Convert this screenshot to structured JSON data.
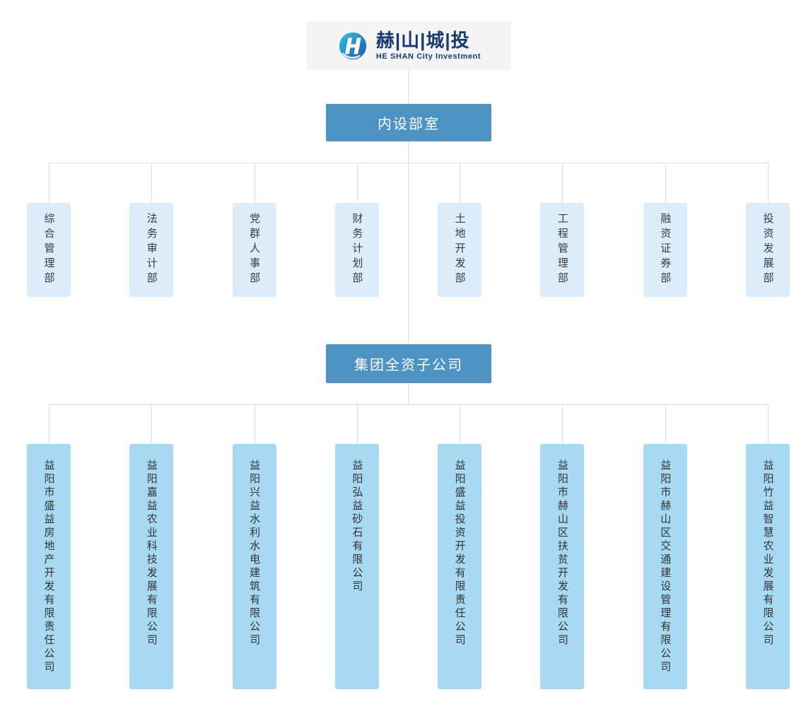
{
  "logo": {
    "title": "赫|山|城|投",
    "subtitle": "HE SHAN City Investment"
  },
  "headers": {
    "departments": "内设部室",
    "subsidiaries": "集团全资子公司"
  },
  "departments": [
    "综合管理部",
    "法务审计部",
    "党群人事部",
    "财务计划部",
    "土地开发部",
    "工程管理部",
    "融资证券部",
    "投资发展部"
  ],
  "subsidiaries": [
    "益阳市盛益房地产开发有限责任公司",
    "益阳嘉益农业科技发展有限公司",
    "益阳兴益水利水电建筑有限公司",
    "益阳弘益砂石有限公司",
    "益阳盛益投资开发有限责任公司",
    "益阳市赫山区扶贫开发有限公司",
    "益阳市赫山区交通建设管理有限公司",
    "益阳竹益智慧农业发展有限公司"
  ],
  "colors": {
    "header_bg": "#4d93c4",
    "department_bg": "#dbedfa",
    "subsidiary_bg": "#a7d9f3",
    "logo_text": "#173a74",
    "connector": "#dcdcdc"
  }
}
